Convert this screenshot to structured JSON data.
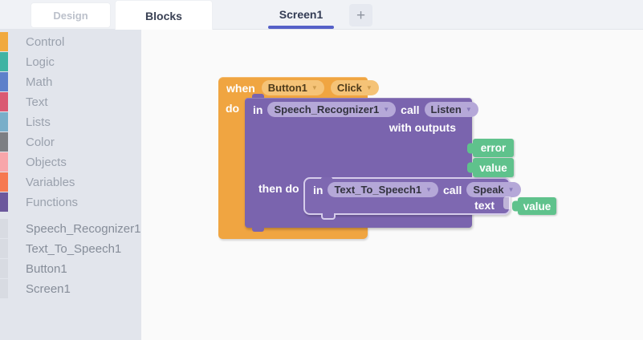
{
  "palette": {
    "tab_underline": "#5560c8",
    "block_orange": "#f0a541",
    "block_orange_light": "#f5c377",
    "block_purple": "#7a64ae",
    "block_purple_light": "#b5a8d8",
    "block_green": "#5fc28c"
  },
  "header": {
    "tabs": [
      {
        "label": "Design"
      },
      {
        "label": "Blocks"
      }
    ],
    "screen_tab": {
      "label": "Screen1"
    },
    "add_button": "+"
  },
  "sidebar": {
    "categories": [
      {
        "label": "Control",
        "color": "#f1a93e"
      },
      {
        "label": "Logic",
        "color": "#40b3a3"
      },
      {
        "label": "Math",
        "color": "#5d80ca"
      },
      {
        "label": "Text",
        "color": "#da5a72"
      },
      {
        "label": "Lists",
        "color": "#79aec9"
      },
      {
        "label": "Color",
        "color": "#7d7f83"
      },
      {
        "label": "Objects",
        "color": "#f8a6aa"
      },
      {
        "label": "Variables",
        "color": "#f67950"
      },
      {
        "label": "Functions",
        "color": "#6c589c"
      }
    ],
    "components": [
      {
        "label": "Speech_Recognizer1"
      },
      {
        "label": "Text_To_Speech1"
      },
      {
        "label": "Button1"
      },
      {
        "label": "Screen1"
      }
    ]
  },
  "workspace": {
    "when_block": {
      "keyword": "when",
      "component": "Button1",
      "event": "Click",
      "do_label": "do"
    },
    "listen_block": {
      "in_label": "in",
      "component": "Speech_Recognizer1",
      "call_label": "call",
      "method": "Listen",
      "with_outputs_label": "with outputs",
      "outputs": [
        {
          "label": "error"
        },
        {
          "label": "value"
        }
      ],
      "then_do_label": "then do"
    },
    "speak_block": {
      "in_label": "in",
      "component": "Text_To_Speech1",
      "call_label": "call",
      "method": "Speak",
      "param_label": "text",
      "param_plug": "value"
    }
  }
}
